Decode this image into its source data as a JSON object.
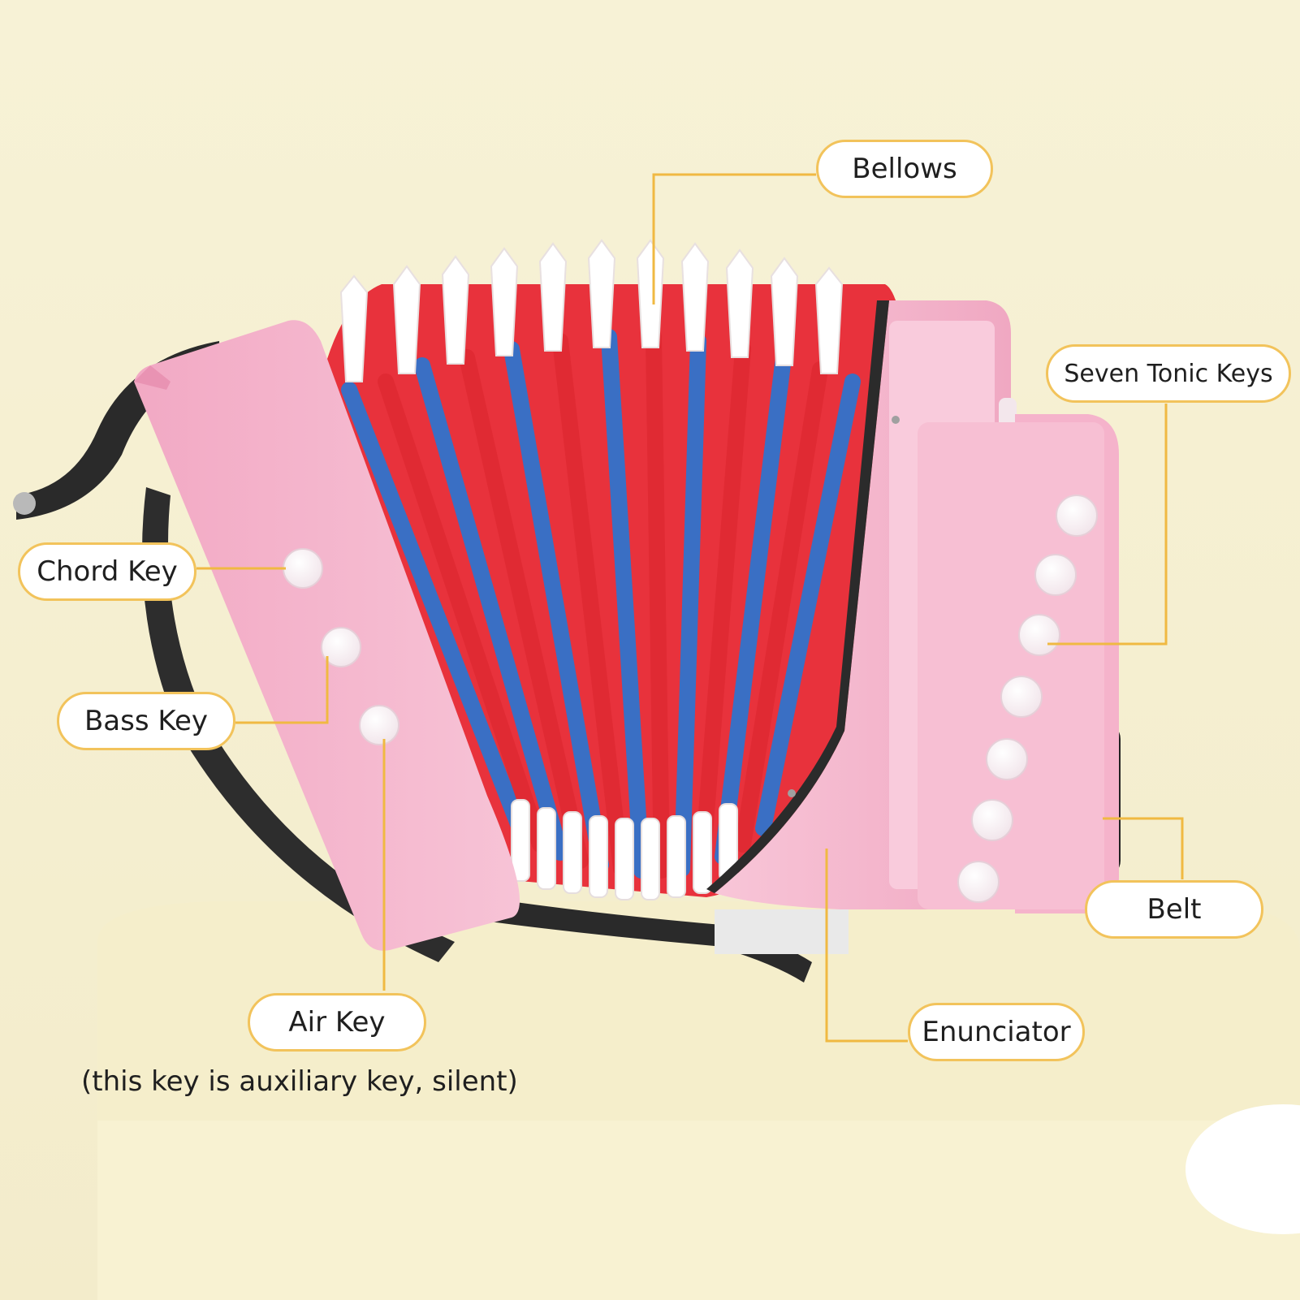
{
  "callouts": {
    "bellows": "Bellows",
    "seven_tonic_keys": "Seven Tonic Keys",
    "chord_key": "Chord Key",
    "bass_key": "Bass Key",
    "belt": "Belt",
    "air_key": "Air Key",
    "enunciator": "Enunciator"
  },
  "air_key_note": "(this key is auxiliary key, silent)",
  "colors": {
    "background": "#f6f1d3",
    "callout_border": "#f2c35b",
    "leader_line": "#f0b942",
    "accordion_body": "#f6b8cf",
    "bellows_red": "#e8323c",
    "bellows_blue": "#3a6fc4",
    "strap": "#2a2a2a"
  },
  "icons": [
    "accordion-illustration",
    "key-button"
  ]
}
